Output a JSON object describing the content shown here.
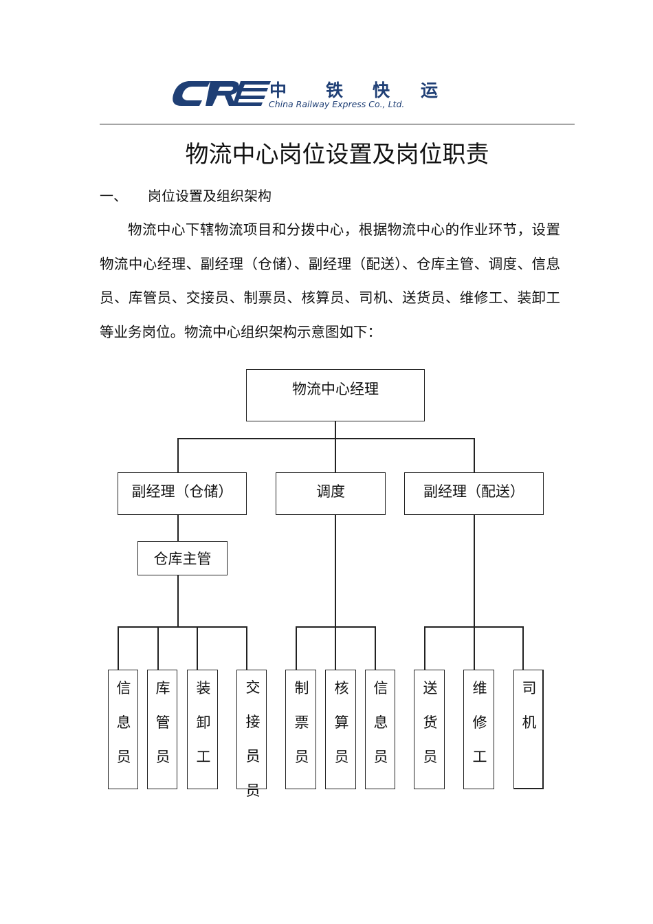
{
  "logo": {
    "mark": "CRE",
    "brand_cn": [
      "中",
      "铁",
      "快",
      "运"
    ],
    "brand_en": "China Railway Express Co., Ltd.",
    "brand_color": "#1f3f75"
  },
  "title": "物流中心岗位设置及岗位职责",
  "section": {
    "number": "一、",
    "heading": "岗位设置及组织架构"
  },
  "paragraph": "物流中心下辖物流项目和分拨中心，根据物流中心的作业环节，设置物流中心经理、副经理（仓储）、副经理（配送）、仓库主管、调度、信息员、库管员、交接员、制票员、核算员、司机、送货员、维修工、装卸工等业务岗位。物流中心组织架构示意图如下：",
  "org_chart": {
    "root": "物流中心经理",
    "level2": {
      "warehouse_deputy": "副经理（仓储）",
      "dispatch": "调度",
      "delivery_deputy": "副经理（配送）"
    },
    "warehouse_supervisor": "仓库主管",
    "warehouse_staff": [
      [
        "信",
        "息",
        "员"
      ],
      [
        "库",
        "管",
        "员"
      ],
      [
        "装",
        "卸",
        "工"
      ],
      [
        "交",
        "接",
        "员",
        "员"
      ]
    ],
    "dispatch_staff": [
      [
        "制",
        "票",
        "员"
      ],
      [
        "核",
        "算",
        "员"
      ],
      [
        "信",
        "息",
        "员"
      ]
    ],
    "delivery_staff": [
      [
        "送",
        "货",
        "员"
      ],
      [
        "维",
        "修",
        "工"
      ],
      [
        "司",
        "机"
      ]
    ]
  }
}
